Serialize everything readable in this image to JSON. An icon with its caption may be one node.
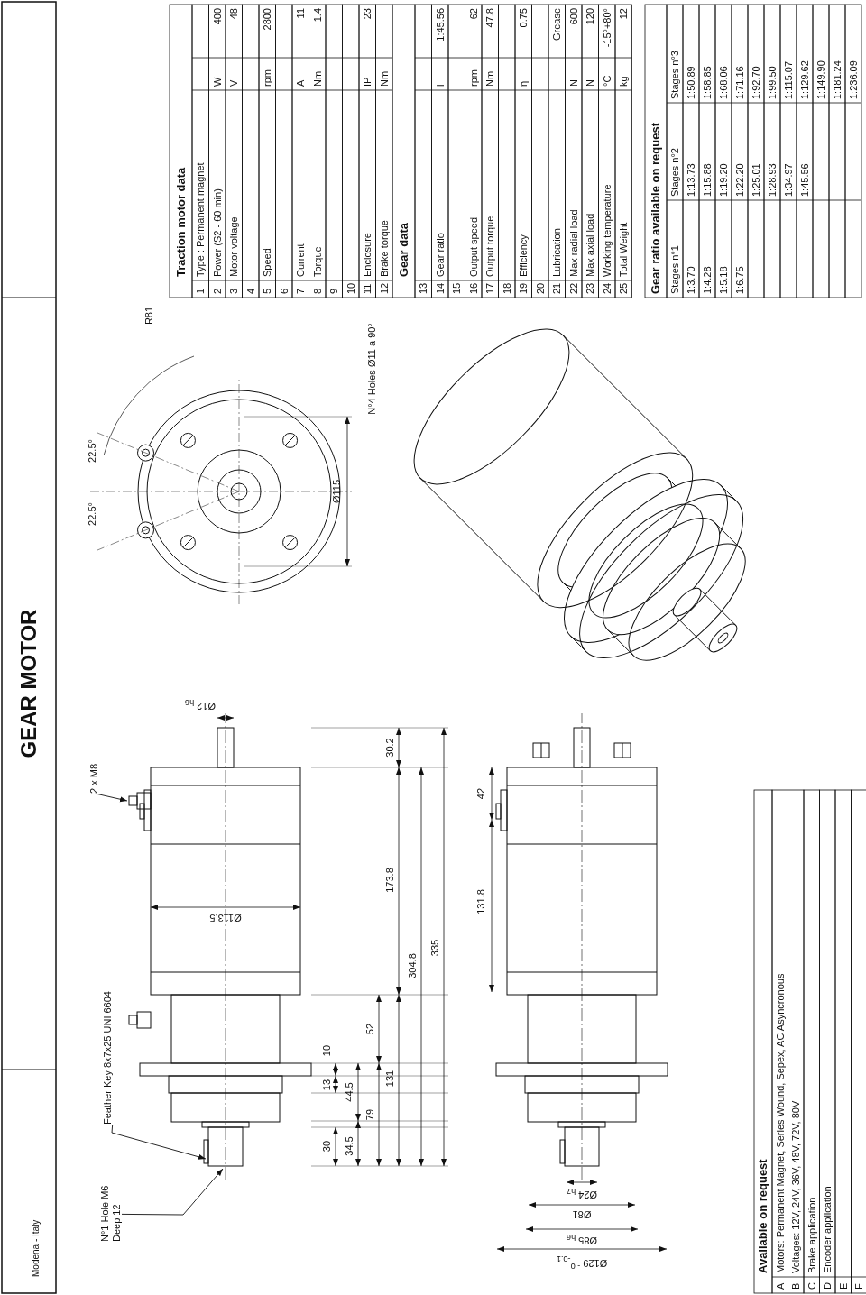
{
  "diagram": {
    "title": "GEAR MOTOR",
    "nodes": [
      {
        "text": [
          "N°1 Hole M6 Deep 12"
        ]
      },
      {
        "text": [
          "Feather Key 8x7x25 UNI 6604"
        ]
      },
      {
        "text": [
          "2 x M8"
        ]
      }
    ],
    "edges": [
      {
        "from": 0,
        "to": null,
        "arrow": "to"
      },
      {
        "from": 1,
        "to": null,
        "arrow": "to"
      },
      {
        "from": 2,
        "to": null,
        "arrow": "to"
      }
    ],
    "labels": [
      "Modena - Italy",
      "Ø113.5",
      "Ø12 $_{h6}$",
      "30",
      "13",
      "10",
      "34.5",
      "44.5",
      "79",
      "52",
      "131",
      "173.8",
      "304.8",
      "335",
      "30.2",
      "22.5°",
      "22.5°",
      "R81",
      "Ø115",
      "N°4 Holes Ø11 a 90°",
      "Ø129 $^{- 0}$$_{-0.1}$",
      "Ø85 $_{h6}$",
      "Ø81",
      "Ø24 $_{h7}$",
      "131.8",
      "42",
      "Traction motor data",
      "1",
      "Type : Permanent magnet",
      "2",
      "Power (S2 - 60 min)",
      "W",
      "400",
      "3",
      "Motor voltage",
      "V",
      "48",
      "4",
      "5",
      "Speed",
      "rpm",
      "2800",
      "6",
      "7",
      "Current",
      "A",
      "11",
      "8",
      "Torque",
      "Nm",
      "1.4",
      "9",
      "10",
      "11",
      "Enclosure",
      "IP",
      "23",
      "12",
      "Brake torque",
      "Nm",
      "Gear data",
      "13",
      "14",
      "Gear ratio",
      "i",
      "1:45.56",
      "15",
      "16",
      "Output speed",
      "rpm",
      "62",
      "17",
      "Output torque",
      "Nm",
      "47.8",
      "18",
      "19",
      "Efficiency",
      "η",
      "0.75",
      "20",
      "21",
      "Lubrication",
      "Grease",
      "22",
      "Max radial load",
      "N",
      "600",
      "23",
      "Max axial load",
      "N",
      "120",
      "24",
      "Working temperature",
      "°C",
      "-15°+80°",
      "25",
      "Total Weight",
      "kg",
      "12",
      "Gear ratio available on request",
      "Stages n°1",
      "Stages n°2",
      "Stages n°3",
      "1:3.70",
      "1:13.73",
      "1:50.89",
      "1:4.28",
      "1:15.88",
      "1:58.85",
      "1:5.18",
      "1:19.20",
      "1:68.06",
      "1:6.75",
      "1:22.20",
      "1:71.16",
      "1:25.01",
      "1:92.70",
      "1:28.93",
      "1:99.50",
      "1:34.97",
      "1:115.07",
      "1:45.56",
      "1:129.62",
      "1:149.90",
      "1:181.24",
      "1:236.09",
      "Available on request",
      "A",
      "Motors: Permanent Magnet, Series Wound, Sepex, AC Asyncronous",
      "B",
      "Voltages: 12V, 24V, 36V, 48V, 72V, 80V",
      "C",
      "Brake application",
      "D",
      "Encoder application",
      "E",
      "F"
    ]
  }
}
